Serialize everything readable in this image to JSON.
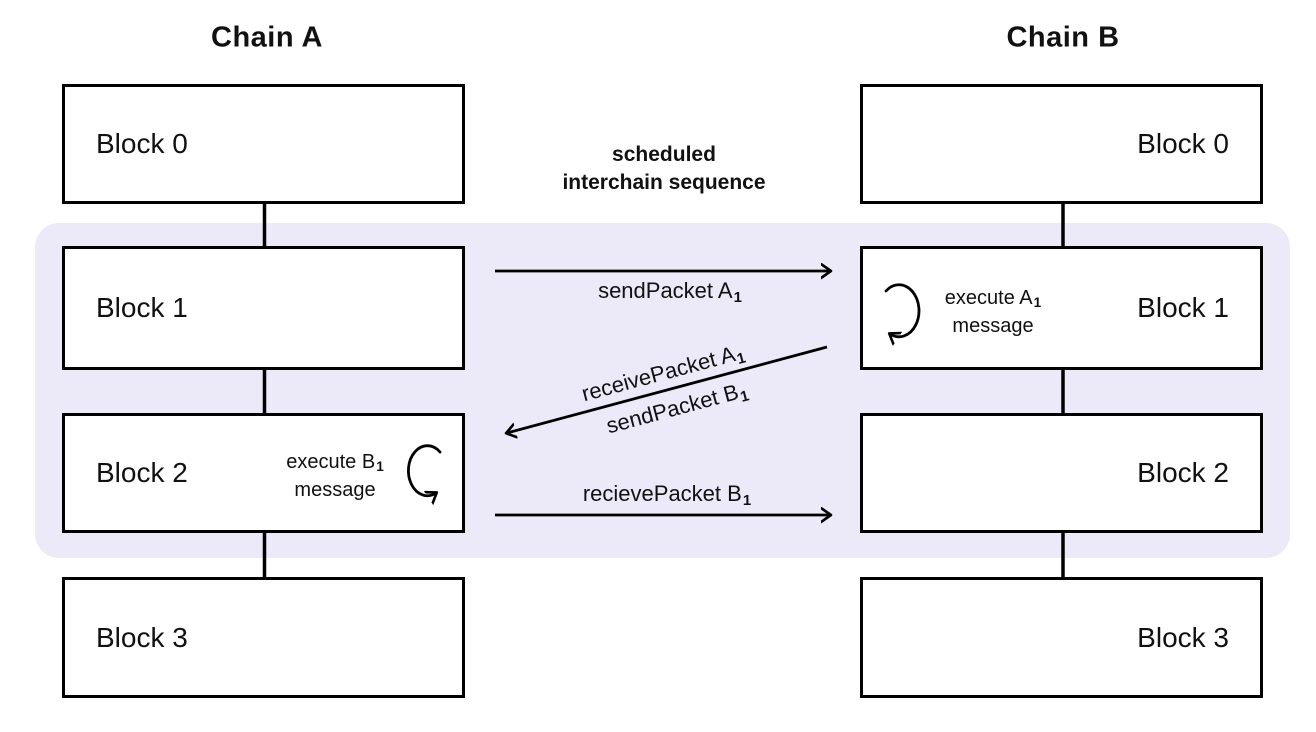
{
  "diagram": {
    "colors": {
      "background": "#ffffff",
      "highlight_band": "#ece9f8",
      "stroke": "#000000"
    },
    "chain_a": {
      "title": "Chain A",
      "blocks": [
        "Block 0",
        "Block 1",
        "Block 2",
        "Block 3"
      ]
    },
    "chain_b": {
      "title": "Chain B",
      "blocks": [
        "Block 0",
        "Block 1",
        "Block 2",
        "Block 3"
      ]
    },
    "center_caption": {
      "line1": "scheduled",
      "line2": "interchain sequence"
    },
    "messages": {
      "send_packet_a": {
        "text": "sendPacket A",
        "sub": "1"
      },
      "receive_packet_a": {
        "text": "receivePacket A",
        "sub": "1"
      },
      "send_packet_b": {
        "text": "sendPacket B",
        "sub": "1"
      },
      "receive_packet_b": {
        "text": "recievePacket B",
        "sub": "1"
      },
      "execute_a": {
        "line1": {
          "text": "execute A",
          "sub": "1"
        },
        "line2": "message"
      },
      "execute_b": {
        "line1": {
          "text": "execute B",
          "sub": "1"
        },
        "line2": "message"
      }
    }
  }
}
